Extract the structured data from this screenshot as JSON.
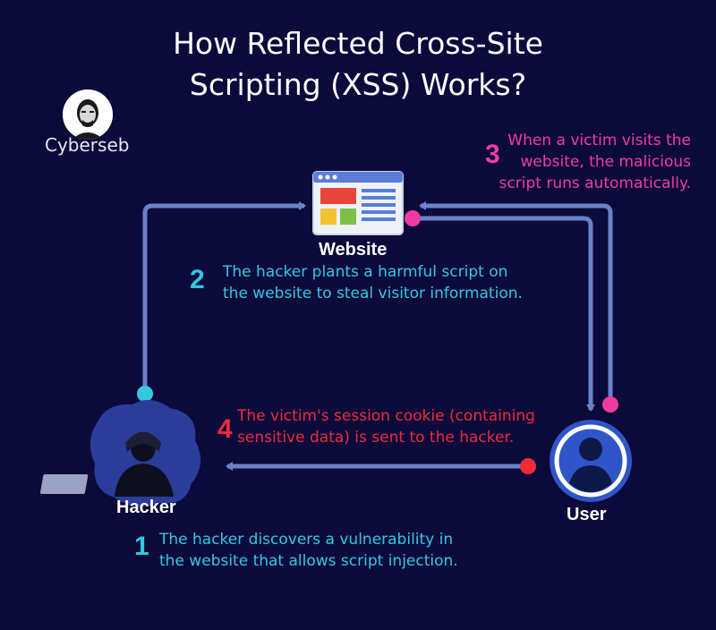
{
  "title": {
    "line1": "How Reflected Cross-Site",
    "line2": "Scripting (XSS) Works?"
  },
  "brand": {
    "name": "Cyberseb"
  },
  "nodes": {
    "website": "Website",
    "hacker": "Hacker",
    "user": "User"
  },
  "steps": [
    {
      "number": "1",
      "line1": "The hacker discovers a vulnerability in",
      "line2": "the website that allows script injection."
    },
    {
      "number": "2",
      "line1": "The hacker plants a harmful script on",
      "line2": "the website to steal visitor information."
    },
    {
      "number": "3",
      "line1": "When a victim visits the",
      "line2": "website, the malicious",
      "line3": "script runs automatically."
    },
    {
      "number": "4",
      "line1": "The victim's session cookie (containing",
      "line2": "sensitive data) is sent to the hacker."
    }
  ],
  "colors": {
    "background": "#0b0a3b",
    "arrow": "#6b82c8",
    "cyan": "#33c8e0",
    "pink": "#f03ca0",
    "red": "#ef2b39"
  }
}
